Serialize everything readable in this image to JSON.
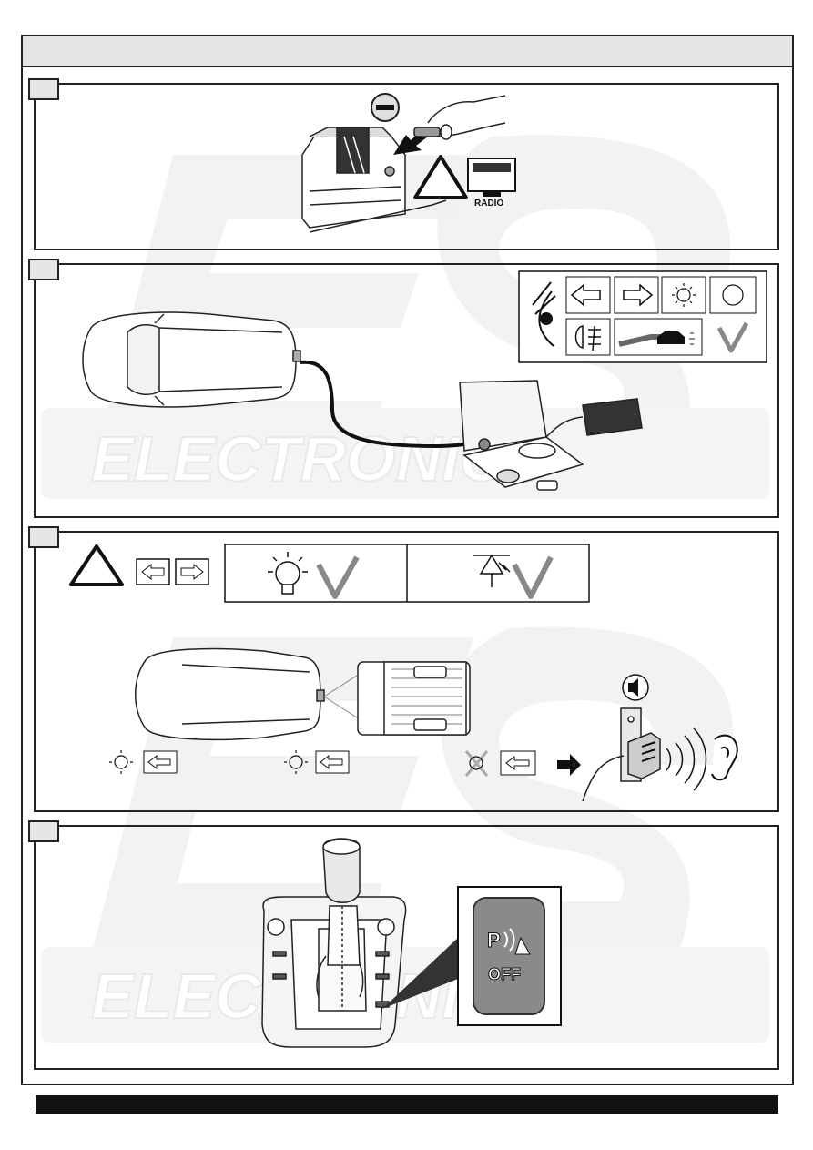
{
  "watermark": {
    "text": "ELECTRONICS",
    "logo": "ECS"
  },
  "step1": {
    "radio_label": "RADIO",
    "minus_symbol": "−"
  },
  "step4": {
    "button_line1": "P",
    "button_line2": "OFF"
  },
  "colors": {
    "frame": "#222222",
    "header": "#e4e4e4",
    "footer": "#111111",
    "watermark": "#f0f0f0",
    "button": "#8a8a8a"
  }
}
